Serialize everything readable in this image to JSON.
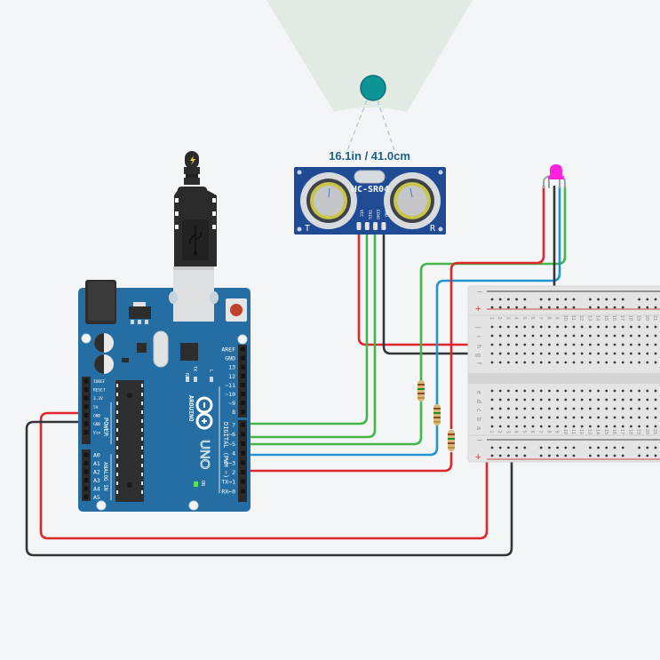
{
  "app": "Tinkercad Circuits simulation view",
  "sensor": {
    "name": "HC-SR04",
    "distance_readout": "16.1in / 41.0cm",
    "pins": [
      "VCC",
      "TRIG",
      "ECHO",
      "GND"
    ],
    "left_label": "T",
    "right_label": "R"
  },
  "target_object": {
    "color": "#0e9494"
  },
  "led": {
    "type": "RGB LED",
    "color": "#ff22dd"
  },
  "arduino": {
    "brand": "ARDUINO",
    "model": "UNO",
    "on_label": "ON",
    "leds": [
      "RX",
      "TX",
      "L"
    ],
    "power_header_title": "POWER",
    "power_pins": [
      "IOREF",
      "RESET",
      "3.3V",
      "5V",
      "GND",
      "GND",
      "Vin"
    ],
    "analog_header_title": "ANALOG IN",
    "analog_pins": [
      "A0",
      "A1",
      "A2",
      "A3",
      "A4",
      "A5"
    ],
    "digital_header_title": "DIGITAL (PWM ~)",
    "digital_pins": [
      "AREF",
      "GND",
      "13",
      "12",
      "~11",
      "~10",
      "~9",
      "8",
      "7",
      "~6",
      "~5",
      "4",
      "~3",
      "2",
      "TX→1",
      "RX←0"
    ]
  },
  "breadboard": {
    "rail_minus": "−",
    "rail_plus": "+",
    "top_rows": [
      "j",
      "i",
      "h",
      "g",
      "f"
    ],
    "bottom_rows": [
      "e",
      "d",
      "c",
      "b",
      "a"
    ],
    "columns": [
      "1",
      "2",
      "3",
      "4",
      "5",
      "6",
      "7",
      "8",
      "9",
      "10",
      "11",
      "12",
      "13",
      "14",
      "15",
      "16",
      "17",
      "18",
      "19",
      "20",
      "21"
    ]
  },
  "wire_colors": {
    "red": "#e0252b",
    "black": "#333538",
    "green": "#43b549",
    "blue": "#1e96d1"
  },
  "usb_cable": {
    "indicator": "power-bolt"
  }
}
